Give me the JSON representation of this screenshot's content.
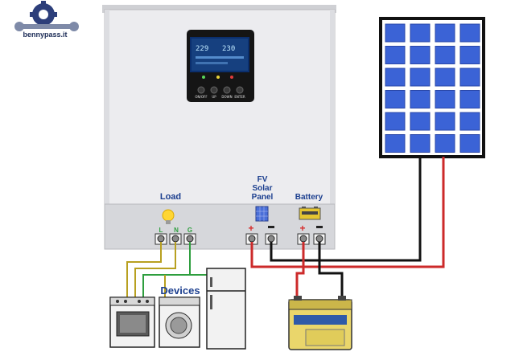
{
  "brand": {
    "text": "bennypass.it"
  },
  "labels": {
    "load": "Load",
    "pv": [
      "FV",
      "Solar",
      "Panel"
    ],
    "battery": "Battery",
    "devices": "Devices"
  },
  "load_terminals": [
    "L",
    "N",
    "G"
  ],
  "display": {
    "left": "229",
    "right": "230"
  },
  "controls": [
    "ON/OFF",
    "UP",
    "DOWN",
    "ENTER"
  ],
  "colors": {
    "positive_wire": "#cc2a2a",
    "negative_wire": "#111111",
    "panel_cell": "#3b63d6",
    "inverter_body": "#e9e9ec",
    "label_blue": "#1c3f8f"
  }
}
